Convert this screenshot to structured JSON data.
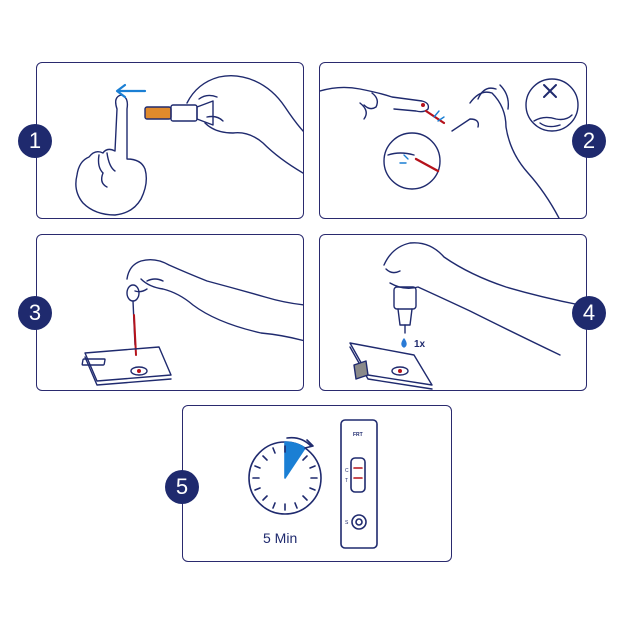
{
  "steps": [
    {
      "number": "1"
    },
    {
      "number": "2"
    },
    {
      "number": "3"
    },
    {
      "number": "4",
      "drop_count": "1x"
    },
    {
      "number": "5",
      "timer": "5 Min",
      "device_label": "FRT",
      "control_mark": "C",
      "test_mark": "T",
      "sample_mark": "S"
    }
  ],
  "colors": {
    "ink": "#1f2a6e",
    "blood": "#b5121b",
    "lancet": "#e08a2c",
    "accent": "#1a7fd4",
    "buffer": "#2b7bd6"
  },
  "icons": [
    "arrow-left-icon",
    "lancet-icon",
    "hand-icon",
    "no-squeeze-icon",
    "pipette-icon",
    "test-cassette-icon",
    "dropper-bottle-icon",
    "stopwatch-icon"
  ]
}
